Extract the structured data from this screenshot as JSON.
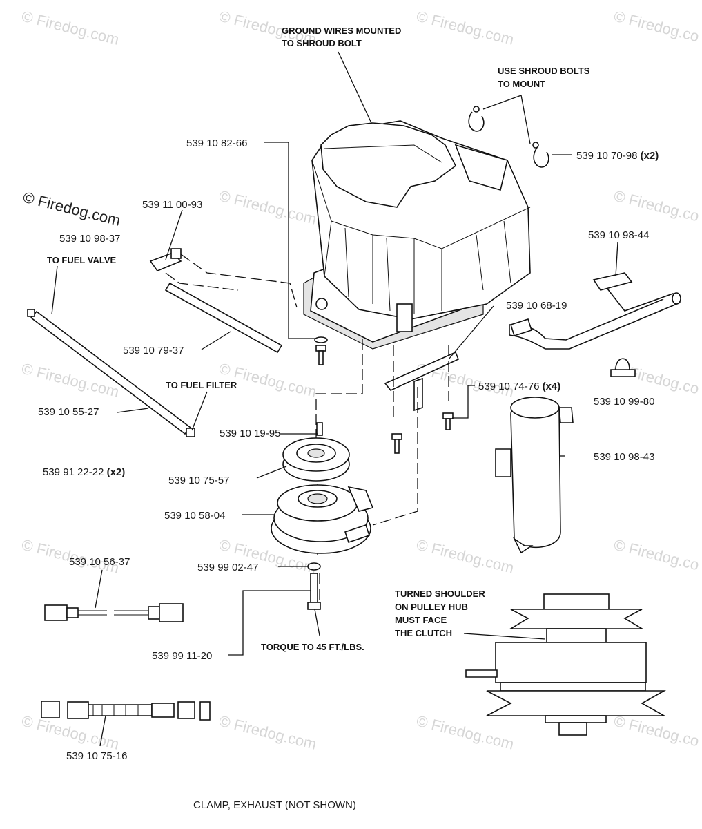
{
  "watermark": {
    "text": "© Firedog.com",
    "short": "© Firedog.co"
  },
  "notes": {
    "ground_wires": [
      "GROUND WIRES MOUNTED",
      "TO SHROUD BOLT"
    ],
    "shroud_bolts": [
      "USE SHROUD BOLTS",
      "TO MOUNT"
    ],
    "fuel_valve": "TO FUEL VALVE",
    "fuel_filter": "TO FUEL FILTER",
    "torque": "TORQUE TO 45 FT./LBS.",
    "shoulder": [
      "TURNED SHOULDER",
      "ON PULLEY HUB",
      "MUST FACE",
      "THE CLUTCH"
    ],
    "footer": "CLAMP, EXHAUST (NOT SHOWN)"
  },
  "parts": {
    "p1": "539 10 82-66",
    "p2": "539 10 70-98",
    "p2_qty": "(x2)",
    "p3": "539 11 00-93",
    "p4": "539 10 98-37",
    "p5": "539 10 98-44",
    "p6": "539 10 68-19",
    "p7": "539 10 79-37",
    "p8": "539 10 74-76",
    "p8_qty": "(x4)",
    "p9": "539 10 99-80",
    "p10": "539 10 55-27",
    "p11": "539 10 19-95",
    "p12": "539 10 98-43",
    "p13": "539 91 22-22",
    "p13_qty": "(x2)",
    "p14": "539 10 75-57",
    "p15": "539 10 58-04",
    "p16": "539 10 56-37",
    "p17": "539 99 02-47",
    "p18": "539 99 11-20",
    "p19": "539 10 75-16"
  }
}
